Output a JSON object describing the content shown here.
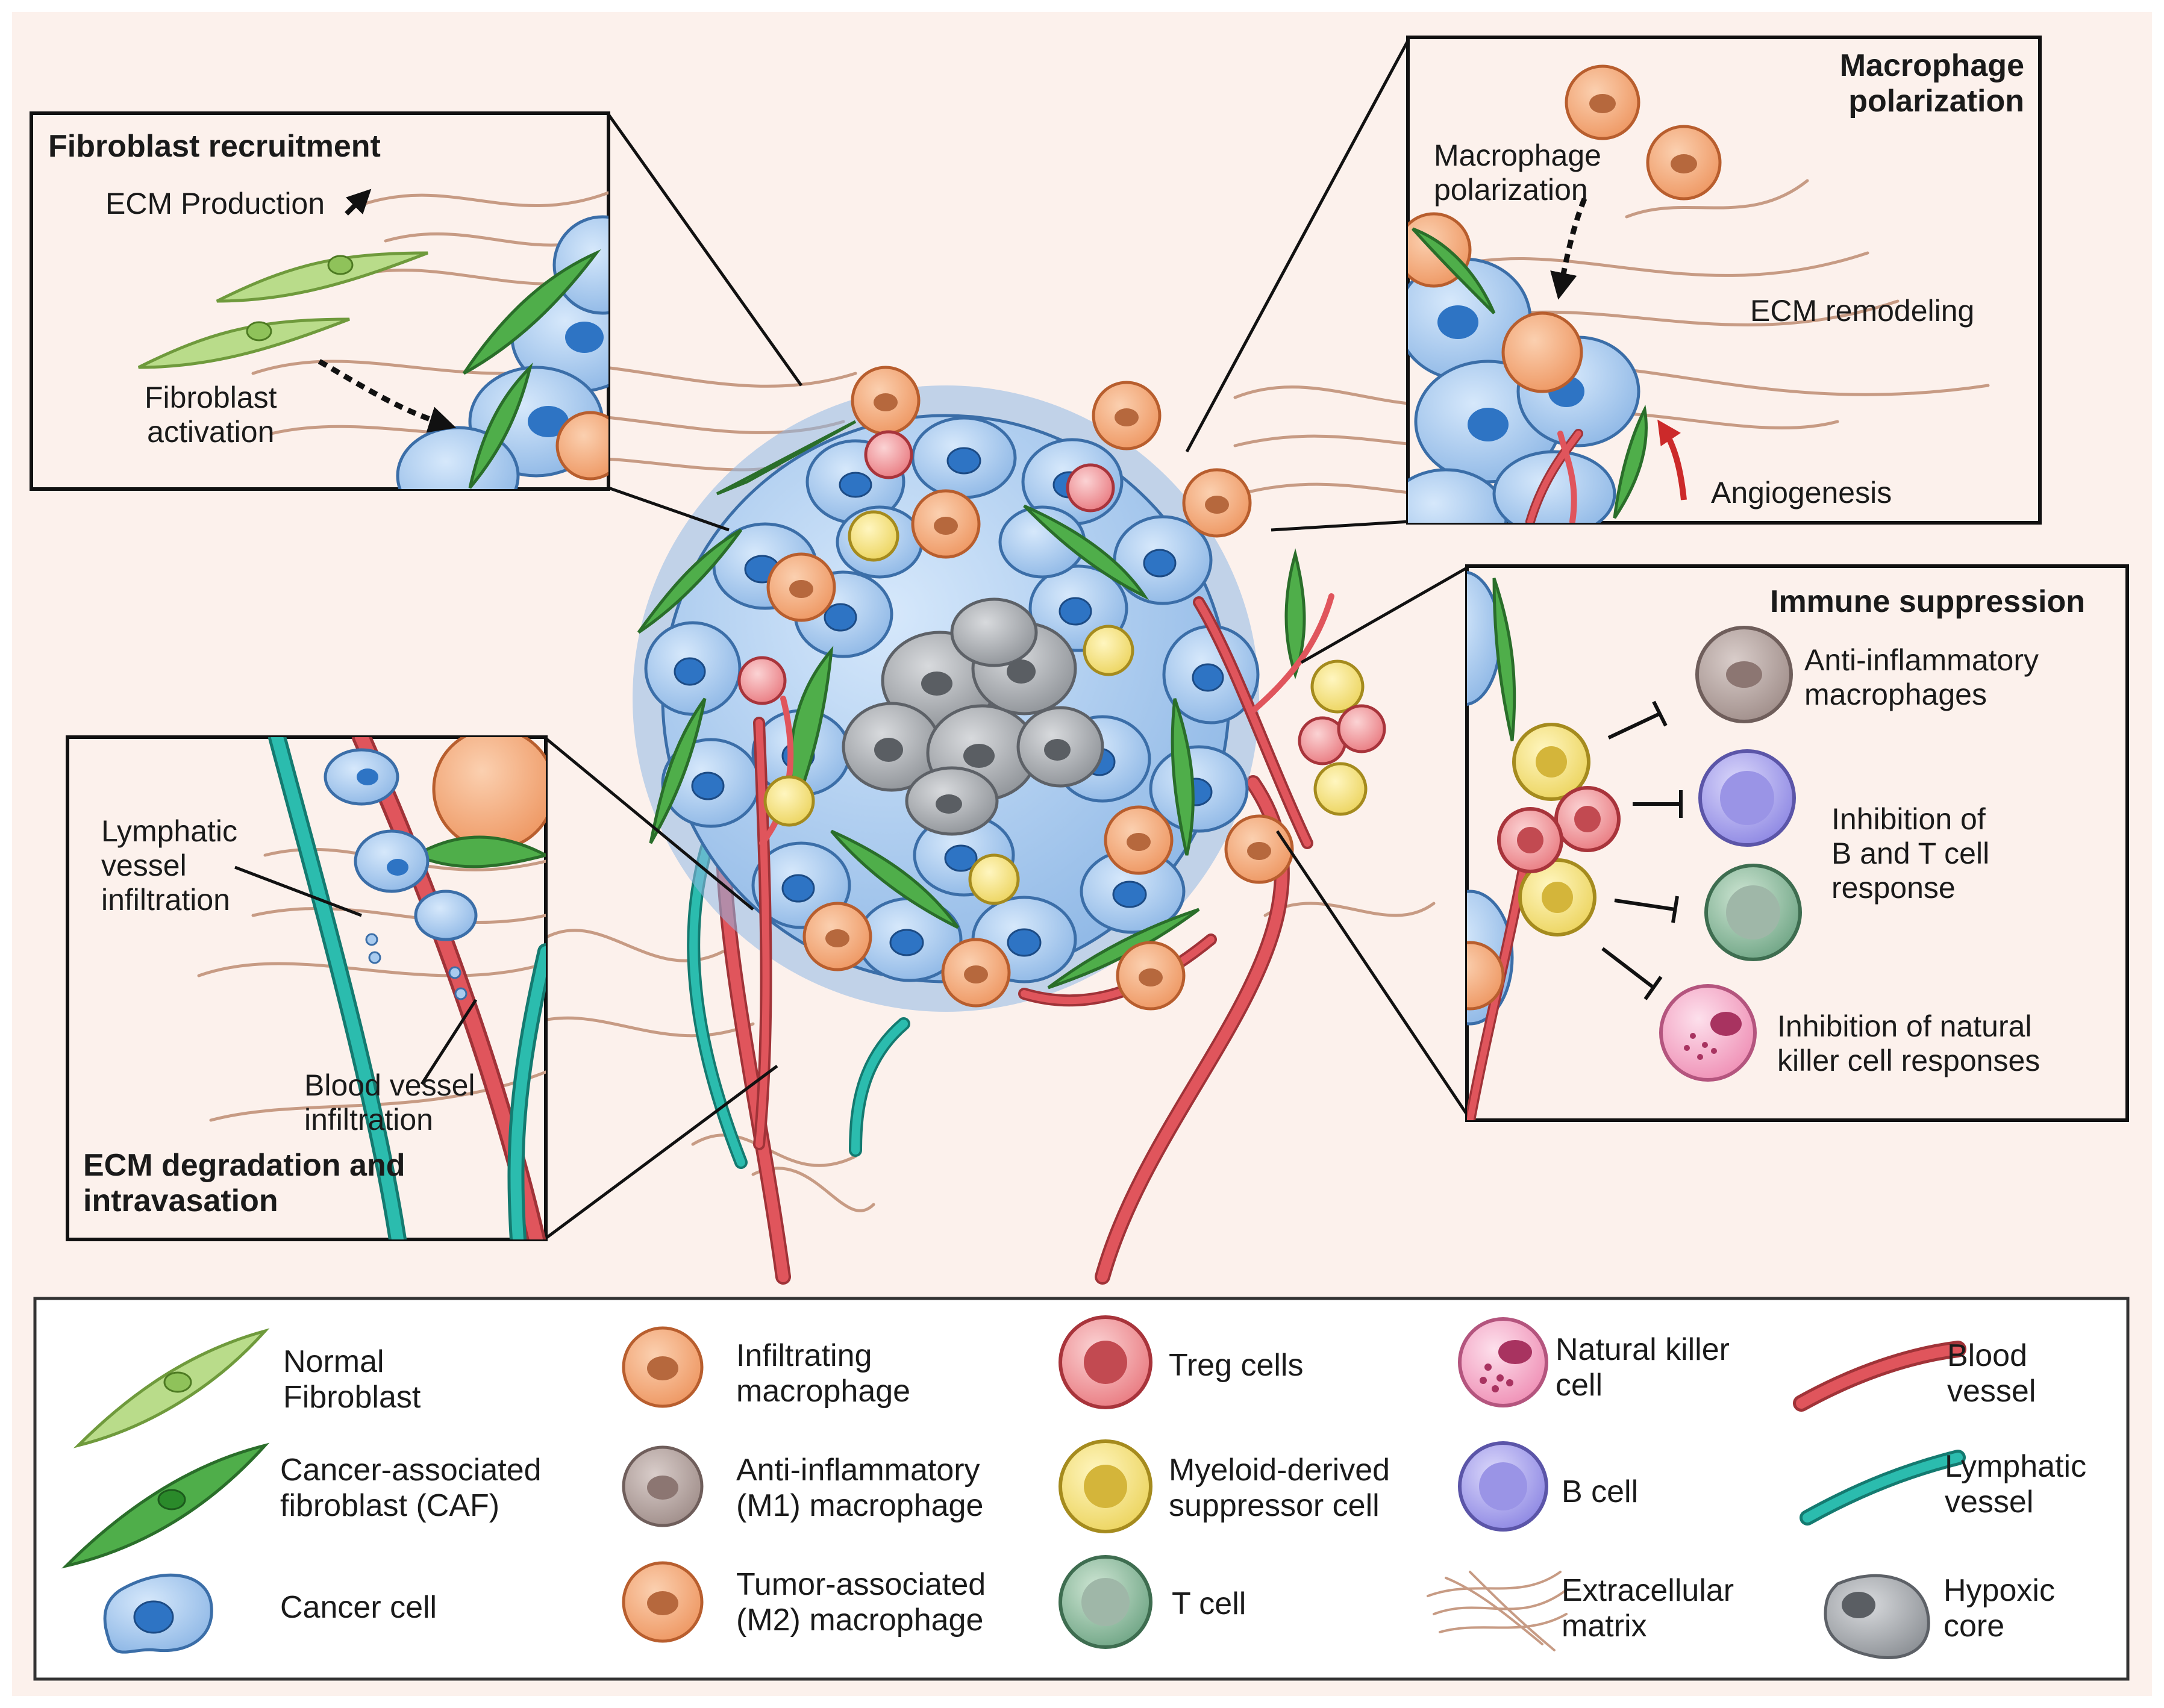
{
  "panels": {
    "fibroblast": {
      "title": "Fibroblast recruitment",
      "ecm_production": "ECM Production",
      "activation": "Fibroblast\nactivation"
    },
    "macrophage": {
      "title": "Macrophage\npolarization",
      "polarization_label": "Macrophage\npolarization",
      "ecm_remodeling": "ECM remodeling",
      "angiogenesis": "Angiogenesis"
    },
    "immune": {
      "title": "Immune suppression",
      "anti_inflammatory": "Anti-inflammatory\nmacrophages",
      "inhibition_bt": "Inhibition of\nB and T cell\nresponse",
      "inhibition_nk": "Inhibition of natural\nkiller cell responses"
    },
    "ecm_degradation": {
      "title": "ECM degradation and\nintravasation",
      "lymphatic": "Lymphatic\nvessel\ninfiltration",
      "blood": "Blood vessel\ninfiltration"
    }
  },
  "legend": [
    {
      "key": "normal_fibroblast",
      "label": "Normal\nFibroblast",
      "color": "#b9dc8a"
    },
    {
      "key": "caf",
      "label": "Cancer-associated\nfibroblast (CAF)",
      "color": "#4fae4a"
    },
    {
      "key": "cancer_cell",
      "label": "Cancer cell",
      "color": "#a9cbef"
    },
    {
      "key": "infiltrating_macrophage",
      "label": "Infiltrating\nmacrophage",
      "color": "#f4a978"
    },
    {
      "key": "anti_inflammatory_macrophage",
      "label": "Anti-inflammatory\n(M1) macrophage",
      "color": "#b4a3a0"
    },
    {
      "key": "tam",
      "label": "Tumor-associated\n(M2) macrophage",
      "color": "#f4a978"
    },
    {
      "key": "treg",
      "label": "Treg cells",
      "color": "#ee8f93"
    },
    {
      "key": "mdsc",
      "label": "Myeloid-derived\nsuppressor cell",
      "color": "#f3e37a"
    },
    {
      "key": "t_cell",
      "label": "T cell",
      "color": "#8fbf9c"
    },
    {
      "key": "nk_cell",
      "label": "Natural killer\ncell",
      "color": "#f3a8c4"
    },
    {
      "key": "b_cell",
      "label": "B cell",
      "color": "#aaa5ee"
    },
    {
      "key": "ecm",
      "label": "Extracellular\nmatrix",
      "color": "#c79b84"
    },
    {
      "key": "blood_vessel",
      "label": "Blood\nvessel",
      "color": "#e0555c"
    },
    {
      "key": "lymphatic_vessel",
      "label": "Lymphatic\nvessel",
      "color": "#2bbcae"
    },
    {
      "key": "hypoxic_core",
      "label": "Hypoxic\ncore",
      "color": "#9fa3a8"
    }
  ],
  "colors": {
    "background": "#fcf1ec",
    "blood_vessel": "#e0555c",
    "lymphatic": "#2bbcae",
    "ecm": "#c79b84",
    "arrow_red": "#cc2a2a"
  }
}
